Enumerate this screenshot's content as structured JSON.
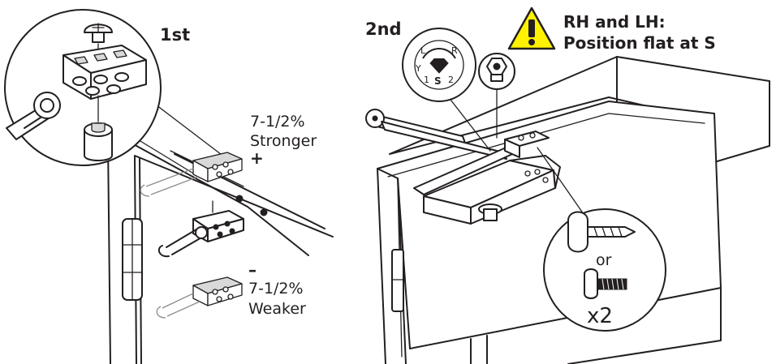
{
  "step1": {
    "label": "1st"
  },
  "stronger": {
    "percent": "7-1/2%",
    "word": "Stronger",
    "sign": "+"
  },
  "weaker": {
    "sign": "–",
    "percent": "7-1/2%",
    "word": "Weaker"
  },
  "step2": {
    "label": "2nd"
  },
  "warning": {
    "line1": "RH and LH:",
    "line2": "Position flat at S"
  },
  "dial": {
    "s": "S",
    "one": "1",
    "two": "2",
    "r": "R",
    "l": "L",
    "y": "Y"
  },
  "screws": {
    "or_text": "or",
    "quantity": "x2"
  },
  "colors": {
    "line": "#231f20",
    "warning_fill": "#fff200",
    "shade": "#d9d9d9"
  }
}
